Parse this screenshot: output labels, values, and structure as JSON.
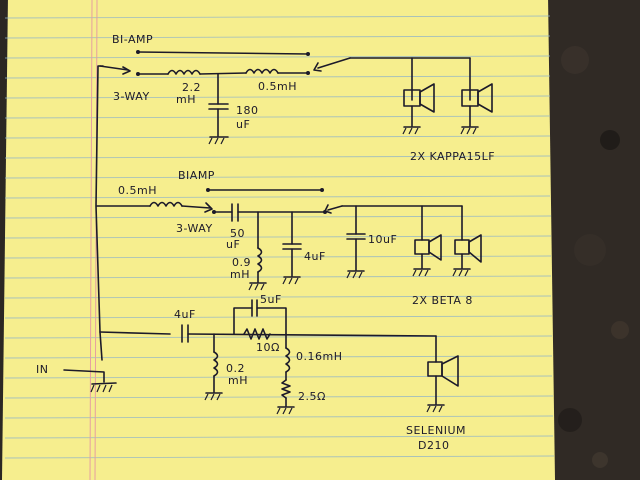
{
  "section1": {
    "biamp": "BI-AMP",
    "threeway": "3-WAY",
    "l1_value": "2.2",
    "l1_unit": "mH",
    "l2": "0.5mH",
    "cap_value": "180",
    "cap_unit": "uF",
    "speaker_label": "2X KAPPA15LF"
  },
  "section2": {
    "biamp": "BIAMP",
    "l1": "0.5mH",
    "threeway": "3-WAY",
    "c1_value": "50",
    "c1_unit": "uF",
    "l2_value": "0.9",
    "l2_unit": "mH",
    "c2": "4uF",
    "c3": "10uF",
    "speaker_label": "2X BETA 8"
  },
  "section3": {
    "c1": "4uF",
    "c2": "5uF",
    "r1": "10Ω",
    "l1_value": "0.2",
    "l1_unit": "mH",
    "l2": "0.16mH",
    "r2": "2.5Ω",
    "speaker_line1": "SELENIUM",
    "speaker_line2": "D210"
  },
  "input_label": "IN",
  "colors": {
    "paper": "#f7ef8c",
    "ink": "#1c1a2a",
    "rule": "#8fb3c9",
    "margin": "#e6a0a0",
    "granite": "#2a2622"
  }
}
